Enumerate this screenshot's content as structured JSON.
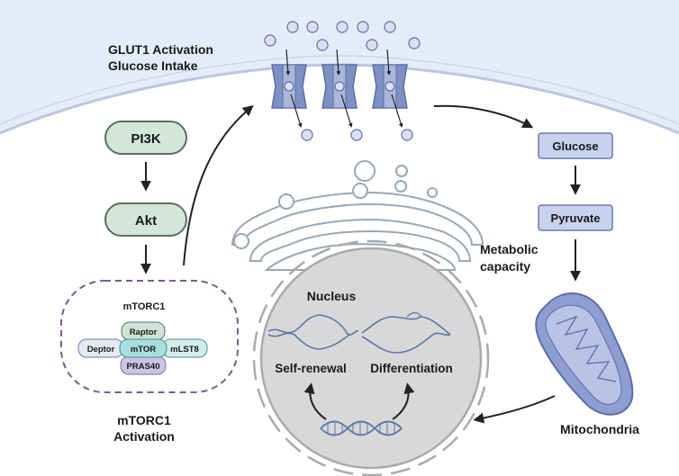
{
  "labels": {
    "glut1_title": "GLUT1 Activation",
    "glut1_subtitle": "Glucose Intake",
    "pi3k": "PI3K",
    "akt": "Akt",
    "mtorc1_complex": "mTORC1",
    "raptor": "Raptor",
    "deptor": "Deptor",
    "mtor": "mTOR",
    "mlst8": "mLST8",
    "pras40": "PRAS40",
    "mtorc1_activation_line1": "mTORC1",
    "mtorc1_activation_line2": "Activation",
    "nucleus": "Nucleus",
    "self_renewal": "Self-renewal",
    "differentiation": "Differentiation",
    "glucose": "Glucose",
    "pyruvate": "Pyruvate",
    "metabolic_line1": "Metabolic",
    "metabolic_line2": "capacity",
    "mitochondria": "Mitochondria"
  },
  "colors": {
    "membrane_fill": "#e3ecf8",
    "membrane_edge": "#b9c8de",
    "transporter": "#6d7fb6",
    "transporter_light": "#aab7dc",
    "molecule": "#dcdff0",
    "pill_fill": "#d4e6dc",
    "pill_edge": "#5a6f62",
    "box_fill": "#c9d2ec",
    "box_edge": "#6b7bb0",
    "mtorc1_border": "#7a5a8f",
    "raptor_fill": "#cfe3d2",
    "deptor_fill": "#e6e9f2",
    "mtor_fill": "#a9dede",
    "mlst8_fill": "#d3ecec",
    "pras40_fill": "#c9c5e2",
    "nucleus_fill": "#d8d8d8",
    "nucleus_edge": "#aaaaaa",
    "er_fill": "#ffffff",
    "er_edge": "#9aa7b5",
    "dna": "#5b78a8",
    "mito_fill": "#8f9ed0",
    "mito_edge": "#5d6da8",
    "arrow": "#222222"
  }
}
